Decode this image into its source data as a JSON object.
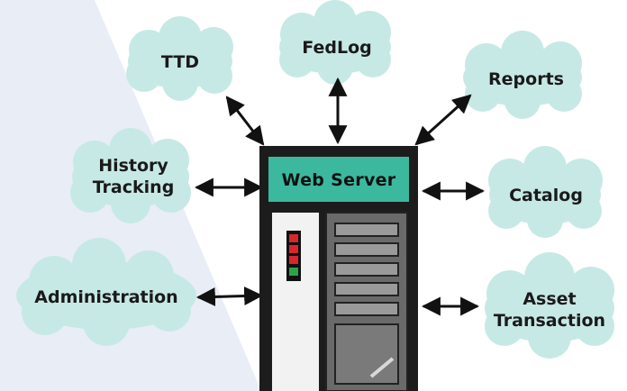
{
  "diagram": {
    "server": {
      "label": "Web Server"
    },
    "nodes": {
      "ttd": {
        "label": "TTD"
      },
      "fedlog": {
        "label": "FedLog"
      },
      "reports": {
        "label": "Reports"
      },
      "history": {
        "line1": "History",
        "line2": "Tracking"
      },
      "catalog": {
        "label": "Catalog"
      },
      "administration": {
        "label": "Administration"
      },
      "asset": {
        "line1": "Asset",
        "line2": "Transaction"
      }
    }
  },
  "colors": {
    "background_panel": "#e9edf6",
    "cloud_fill": "#c7e9e6",
    "server_header": "#3cb89f",
    "server_body": "#1c1c1c",
    "server_panel": "#f2f2f2",
    "arrow": "#111111",
    "led_red": "#d9262c",
    "led_green": "#2ea24a"
  }
}
